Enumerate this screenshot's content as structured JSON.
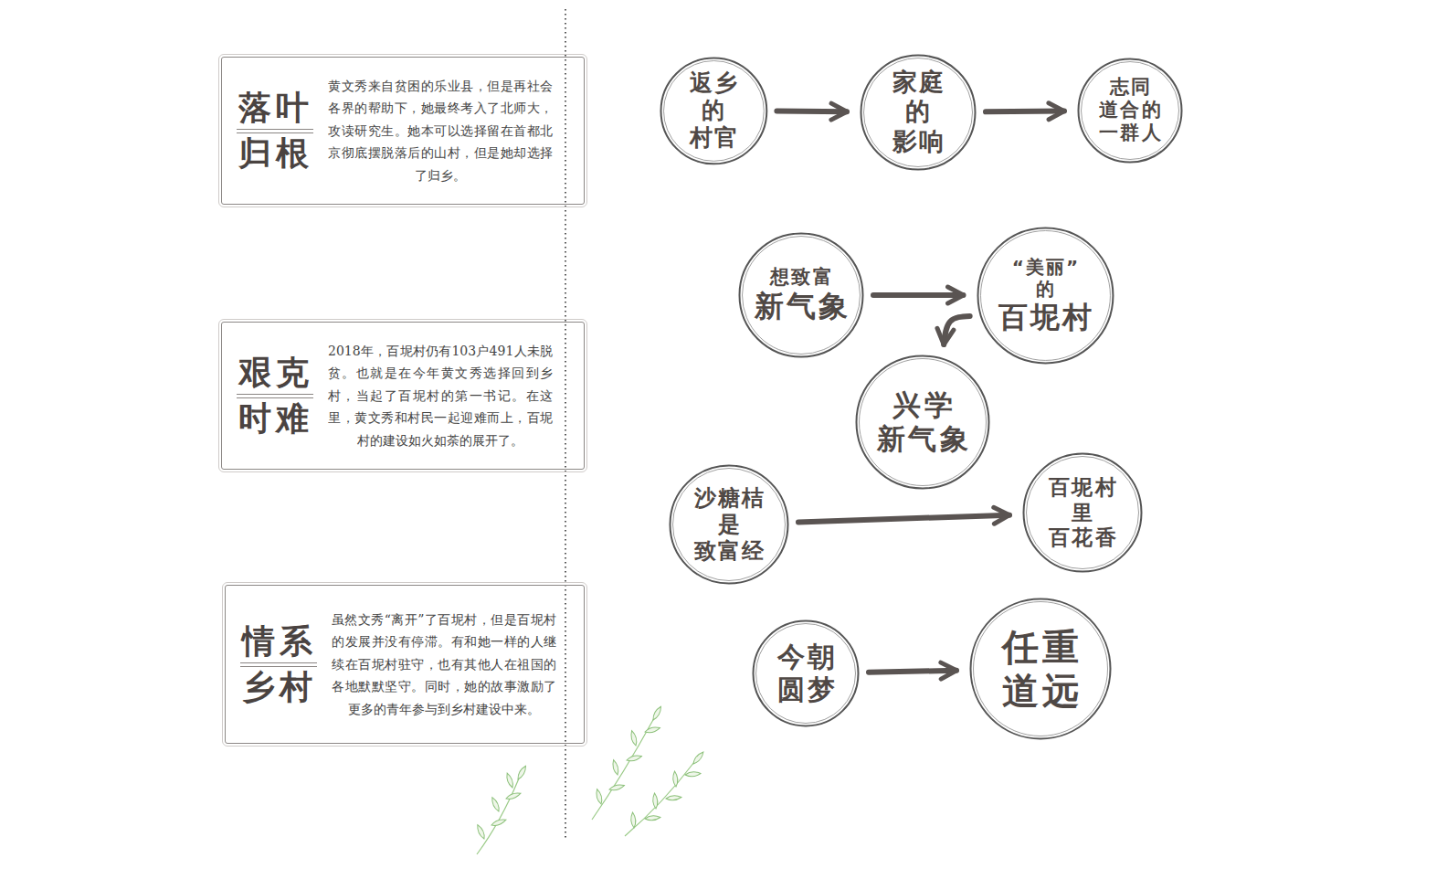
{
  "diagram": {
    "nodes": [
      {
        "text": [
          "落叶 归根",
          "黄文秀来自贫困的乐业县，但是再社会各界的帮助下，她最终考入了北师大，攻读研究生。她本可以选择留在首都北京彻底摆脱落后的山村，但是她却选择了归乡。"
        ]
      },
      {
        "text": [
          "返乡 的 村官"
        ]
      },
      {
        "text": [
          "家庭 的 影响"
        ]
      },
      {
        "text": [
          "志同 道合的 一群人"
        ]
      },
      {
        "text": [
          "艰克 时难",
          "2018年，百坭村仍有103户491人未脱贫。也就是在今年黄文秀选择回到乡村，当起了百坭村的第一书记。在这里，黄文秀和村民一起迎难而上，百坭村的建设如火如荼的展开了。"
        ]
      },
      {
        "text": [
          "想致富",
          "新气象"
        ]
      },
      {
        "text": [
          "“美丽”的",
          "百坭村"
        ]
      },
      {
        "text": [
          "兴学 新气象"
        ]
      },
      {
        "text": [
          "沙糖桔 是 致富经"
        ]
      },
      {
        "text": [
          "百坭村 里 百花香"
        ]
      },
      {
        "text": [
          "情系 乡村",
          "虽然文秀“离开”了百坭村，但是百坭村的发展并没有停滞。有和她一样的人继续在百坭村驻守，也有其他人在祖国的各地默默坚守。同时，她的故事激励了更多的青年参与到乡村建设中来。"
        ]
      },
      {
        "text": [
          "今朝 圆梦"
        ]
      },
      {
        "text": [
          "任重 道远"
        ]
      }
    ],
    "edges": [
      {
        "from": 1,
        "to": 2,
        "arrow": "to"
      },
      {
        "from": 2,
        "to": 3,
        "arrow": "to"
      },
      {
        "from": 5,
        "to": 6,
        "arrow": "to"
      },
      {
        "from": 6,
        "to": 7,
        "arrow": "to"
      },
      {
        "from": 8,
        "to": 9,
        "arrow": "to"
      },
      {
        "from": 11,
        "to": 12,
        "arrow": "to"
      }
    ]
  }
}
